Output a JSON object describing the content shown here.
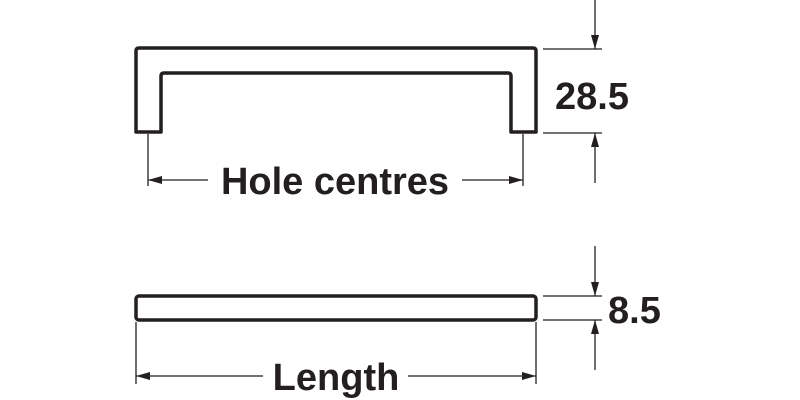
{
  "drawing": {
    "top_view": {
      "height_dimension": "28.5",
      "hole_centres_label": "Hole centres"
    },
    "side_view": {
      "thickness_dimension": "8.5",
      "length_label": "Length"
    },
    "colors": {
      "line": "#231f20",
      "background": "#ffffff"
    }
  }
}
